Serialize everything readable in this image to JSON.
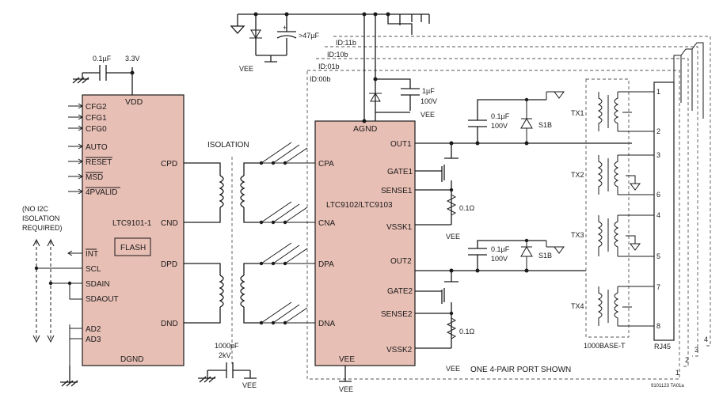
{
  "colors": {
    "ic_fill": "#e8bfb5",
    "line": "#1a1a1a",
    "background": "#ffffff"
  },
  "supply": {
    "cap_label": ">47µF",
    "vee": "VEE"
  },
  "ltc9101": {
    "name": "LTC9101-1",
    "vdd": "VDD",
    "dgnd": "DGND",
    "flash": "FLASH",
    "left_pins": [
      "CFG2",
      "CFG1",
      "CFG0",
      "AUTO",
      "RESET",
      "MSD",
      "4PVALID",
      "INT",
      "SCL",
      "SDAIN",
      "SDAOUT",
      "AD2",
      "AD3"
    ],
    "right_pins": [
      "CPD",
      "CND",
      "DPD",
      "DND"
    ],
    "decoupling": {
      "cap": "0.1µF",
      "rail": "3.3V"
    }
  },
  "i2c_note": [
    "(NO I2C",
    "ISOLATION",
    "REQUIRED)"
  ],
  "isolation": {
    "label": "ISOLATION",
    "cap": "1000pF",
    "voltage": "2kV",
    "vee": "VEE"
  },
  "ltc9102": {
    "name": "LTC9102/LTC9103",
    "agnd": "AGND",
    "vee": "VEE",
    "left_pins": [
      "CPA",
      "CNA",
      "DPA",
      "DNA"
    ],
    "right_pins": [
      "OUT1",
      "GATE1",
      "SENSE1",
      "VSSK1",
      "OUT2",
      "GATE2",
      "SENSE2",
      "VSSK2"
    ],
    "agnd_cap": [
      "1µF",
      "100V"
    ],
    "agnd_vee": "VEE"
  },
  "port_ids": [
    "ID:11b",
    "ID:10b",
    "ID:01b",
    "ID:00b"
  ],
  "port_numbers": [
    "1",
    "2",
    "3",
    "4"
  ],
  "output_stage": {
    "cap": [
      "0.1µF",
      "100V"
    ],
    "diode": "S1B",
    "sense_res": "0.1Ω",
    "vee": "VEE"
  },
  "transformers": {
    "names": [
      "TX1",
      "TX2",
      "TX3",
      "TX4"
    ],
    "label": "1000BASE-T"
  },
  "rj45": {
    "label": "RJ45",
    "pins": [
      "1",
      "2",
      "3",
      "6",
      "4",
      "5",
      "7",
      "8"
    ]
  },
  "footer": {
    "caption": "ONE 4-PAIR PORT SHOWN",
    "code": "9101123 TA01a"
  }
}
